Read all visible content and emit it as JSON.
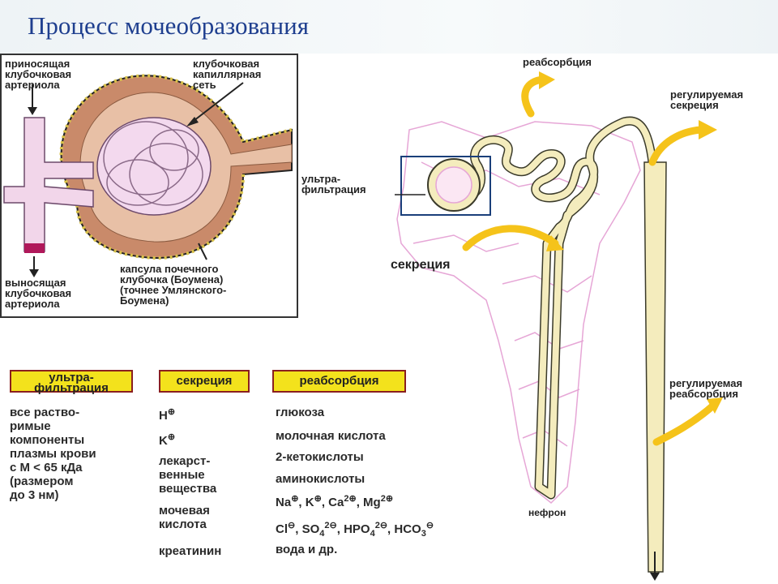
{
  "slide": {
    "title": "Процесс мочеобразования"
  },
  "glomerulus": {
    "afferent": [
      "приносящая",
      "клубочковая",
      "артериола"
    ],
    "capillary": [
      "клубочковая",
      "капиллярная",
      "сеть"
    ],
    "efferent": [
      "выносящая",
      "клубочковая",
      "артериола"
    ],
    "capsule": [
      "капсула почечного",
      "клубочка (Боумена)",
      "(точнее Умлянского-",
      "Боумена)"
    ]
  },
  "nephron": {
    "reabsorption": "реабсорбция",
    "regulated_secretion": [
      "регулируемая",
      "секреция"
    ],
    "ultrafiltration": [
      "ультра-",
      "фильтрация"
    ],
    "secretion": "секреция",
    "regulated_reabsorption": [
      "регулируемая",
      "реабсорбция"
    ],
    "nephron_label": "нефрон"
  },
  "table": {
    "headers": {
      "ultrafiltration": [
        "ультра-",
        "фильтрация"
      ],
      "secretion": "секреция",
      "reabsorption": "реабсорбция"
    },
    "ultrafiltration_items": [
      "все раство-",
      "римые",
      "компоненты",
      "плазмы крови",
      "с М < 65 кДа",
      "(размером",
      "до 3 нм)"
    ],
    "secretion_items": [
      "H",
      "K",
      "лекарст-",
      "венные",
      "вещества",
      "мочевая",
      "кислота",
      "креатинин"
    ],
    "secretion_plus": "⊕",
    "reabsorption_items": [
      "глюкоза",
      "молочная кислота",
      "2-кетокислоты",
      "аминокислоты"
    ],
    "ions_line1": [
      "Na",
      "K",
      "Ca",
      "Mg"
    ],
    "ions_line1_charges": [
      "⊕",
      "⊕",
      "2⊕",
      "2⊕"
    ],
    "ions_line2": [
      "Cl",
      "SO",
      "HPO",
      "HCO"
    ],
    "ions_line2_charges": [
      "⊖",
      "2⊖",
      "2⊖",
      "⊖"
    ],
    "ions_line2_subs": [
      "4",
      "4",
      "3"
    ],
    "water": "вода и др."
  },
  "colors": {
    "title": "#1f3f8f",
    "capsule_tan": "#c98a6a",
    "tubule": "#f4ecbd",
    "capillary_pink": "#e6a6d6",
    "arrow_yellow": "#f5c31a",
    "header_box": "#f3e21c"
  }
}
